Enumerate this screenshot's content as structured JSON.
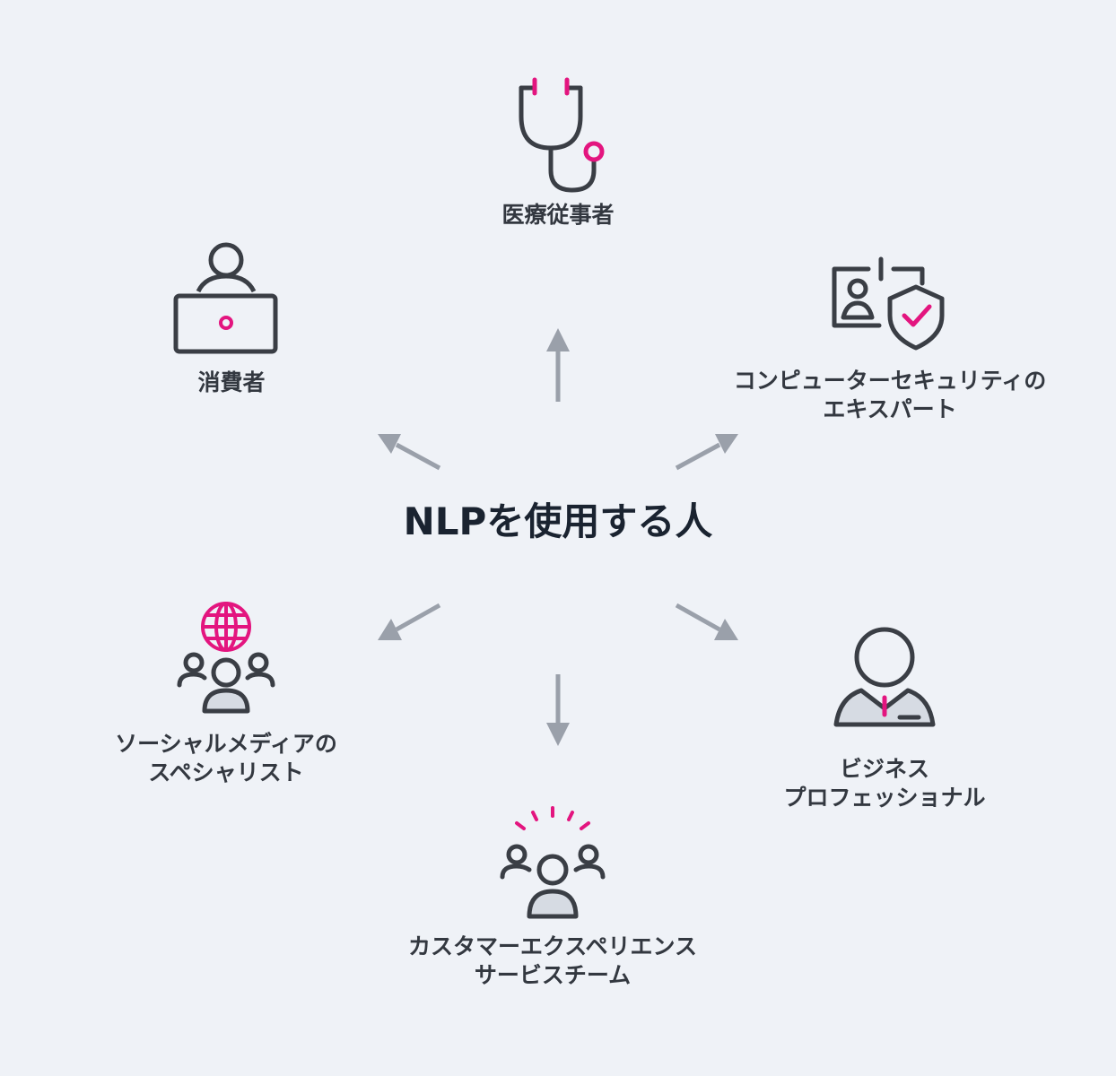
{
  "center": {
    "title": "NLPを使用する人"
  },
  "nodes": [
    {
      "id": "healthcare",
      "icon": "stethoscope-icon",
      "lines": [
        "医療従事者"
      ]
    },
    {
      "id": "consumer",
      "icon": "laptop-user-icon",
      "lines": [
        "消費者"
      ]
    },
    {
      "id": "security",
      "icon": "id-card-shield-icon",
      "lines": [
        "コンピューターセキュリティの",
        "エキスパート"
      ]
    },
    {
      "id": "social",
      "icon": "globe-group-icon",
      "lines": [
        "ソーシャルメディアの",
        "スペシャリスト"
      ]
    },
    {
      "id": "business",
      "icon": "business-person-icon",
      "lines": [
        "ビジネス",
        "プロフェッショナル"
      ]
    },
    {
      "id": "cx",
      "icon": "team-ideas-icon",
      "lines": [
        "カスタマーエクスペリエンス",
        "サービスチーム"
      ]
    }
  ],
  "colors": {
    "accent": "#e3157f",
    "stroke": "#3a3e45",
    "arrow": "#9aa0aa",
    "fill": "#d6dbe3",
    "background": "#eff2f7"
  }
}
